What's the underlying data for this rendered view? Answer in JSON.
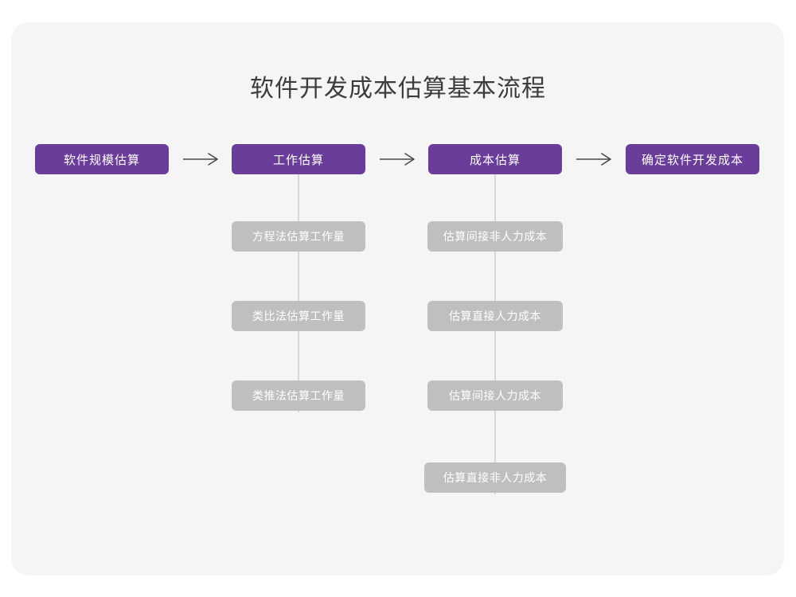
{
  "page": {
    "title": "软件开发成本估算基本流程",
    "background_color": "#ffffff",
    "card_color": "#f5f5f5",
    "primary_color": "#6a3d9a",
    "secondary_color": "#bfbfbf",
    "connector_color": "#d8d8d8",
    "arrow_color": "#4a4a4a"
  },
  "flow": {
    "arrow_glyph": "long-right-arrow",
    "steps": [
      {
        "label": "软件规模估算",
        "substeps": []
      },
      {
        "label": "工作估算",
        "substeps": [
          {
            "label": "方程法估算工作量"
          },
          {
            "label": "类比法估算工作量"
          },
          {
            "label": "类推法估算工作量"
          }
        ]
      },
      {
        "label": "成本估算",
        "substeps": [
          {
            "label": "估算间接非人力成本"
          },
          {
            "label": "估算直接人力成本"
          },
          {
            "label": "估算间接人力成本"
          },
          {
            "label": "估算直接非人力成本"
          }
        ]
      },
      {
        "label": "确定软件开发成本",
        "substeps": []
      }
    ],
    "arrows": [
      {
        "name": "arrow-step1-to-step2"
      },
      {
        "name": "arrow-step2-to-step3"
      },
      {
        "name": "arrow-step3-to-step4"
      }
    ]
  }
}
